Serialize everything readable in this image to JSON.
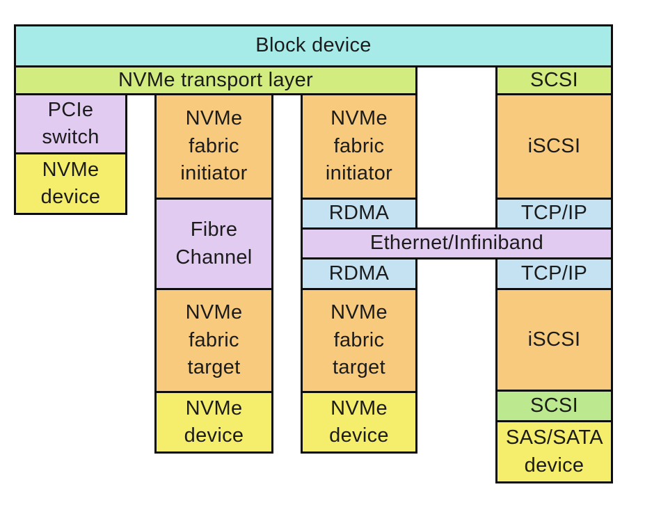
{
  "palette": {
    "cyan": "#a7ebe9",
    "green": "#d2ec80",
    "green_bottom": "#bce890",
    "lavender": "#e2cbf1",
    "yellow": "#f5ee6d",
    "orange": "#f8ca7d",
    "blue": "#c5e2f3",
    "border": "#0d0d0d",
    "text": "#1b1b1b",
    "background": "#ffffff"
  },
  "boxes": {
    "block_device": {
      "label": "Block device"
    },
    "nvme_transport": {
      "label": "NVMe transport layer"
    },
    "scsi_top": {
      "label": "SCSI"
    },
    "pcie_switch": {
      "label": "PCIe switch"
    },
    "nvme_device_pcie": {
      "label": "NVMe device"
    },
    "init_fc": {
      "label": "NVMe fabric initiator"
    },
    "init_rdma": {
      "label": "NVMe fabric initiator"
    },
    "iscsi_initiator": {
      "label": "iSCSI"
    },
    "rdma_initiator": {
      "label": "RDMA"
    },
    "tcpip_initiator": {
      "label": "TCP/IP"
    },
    "ethernet_infiniband": {
      "label": "Ethernet/Infiniband"
    },
    "rdma_target": {
      "label": "RDMA"
    },
    "tcpip_target": {
      "label": "TCP/IP"
    },
    "fibre_channel": {
      "label": "Fibre Channel"
    },
    "target_fc": {
      "label": "NVMe fabric target"
    },
    "target_rdma": {
      "label": "NVMe fabric target"
    },
    "iscsi_target": {
      "label": "iSCSI"
    },
    "nvme_device_fc": {
      "label": "NVMe device"
    },
    "nvme_device_rdma": {
      "label": "NVMe device"
    },
    "scsi_bottom": {
      "label": "SCSI"
    },
    "sas_sata_device": {
      "label": "SAS/SATA device"
    }
  }
}
